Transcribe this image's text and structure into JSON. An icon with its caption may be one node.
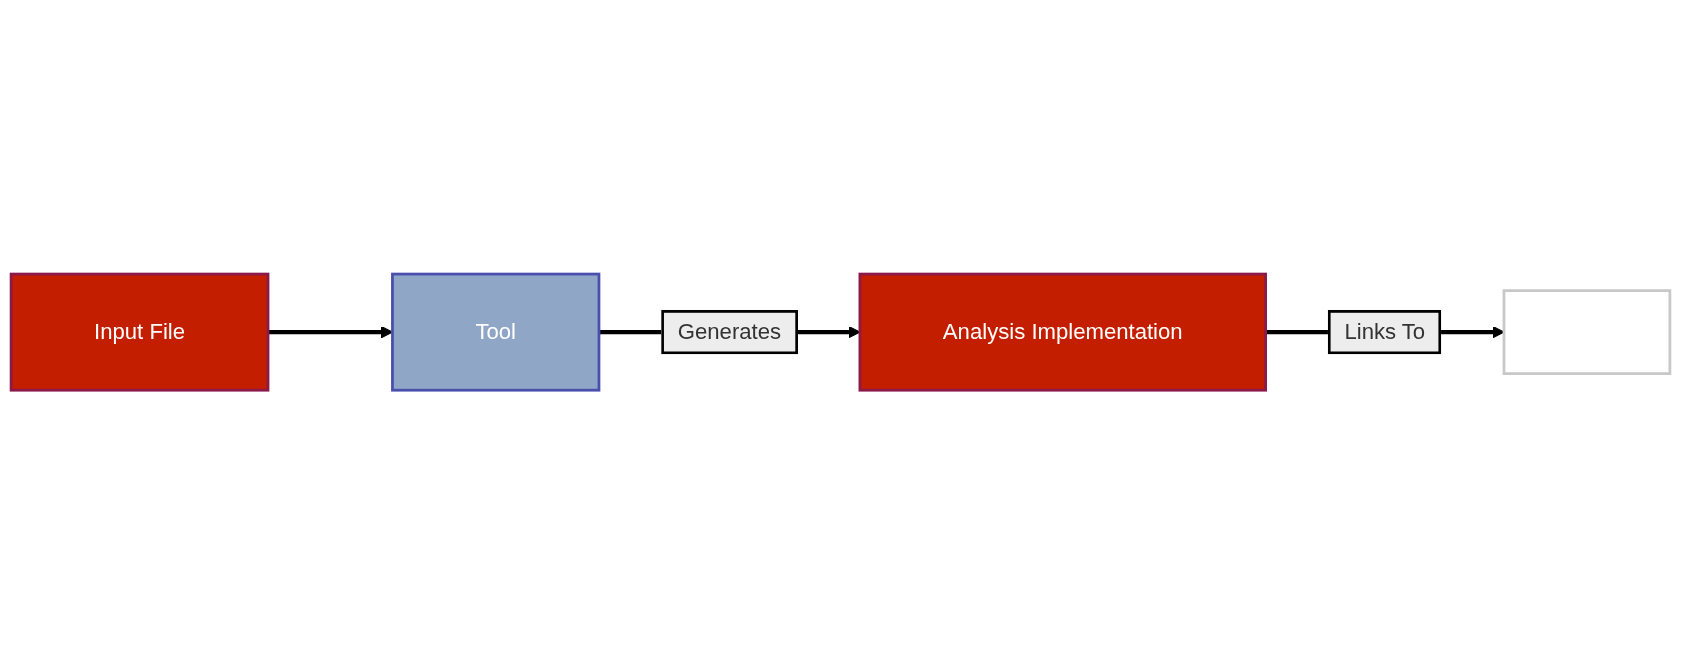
{
  "diagram": {
    "nodes": [
      {
        "text": [
          "Input File"
        ]
      },
      {
        "text": [
          "Tool"
        ]
      },
      {
        "text": [
          "Analysis Implementation"
        ]
      },
      {
        "text": [],
        "shape": "box"
      }
    ],
    "edges": [
      {
        "from": 0,
        "to": 1,
        "arrow": "to"
      },
      {
        "from": 1,
        "to": 2,
        "label": "Generates",
        "arrow": "to"
      },
      {
        "from": 2,
        "to": 3,
        "label": "Links To",
        "arrow": "to"
      }
    ]
  }
}
